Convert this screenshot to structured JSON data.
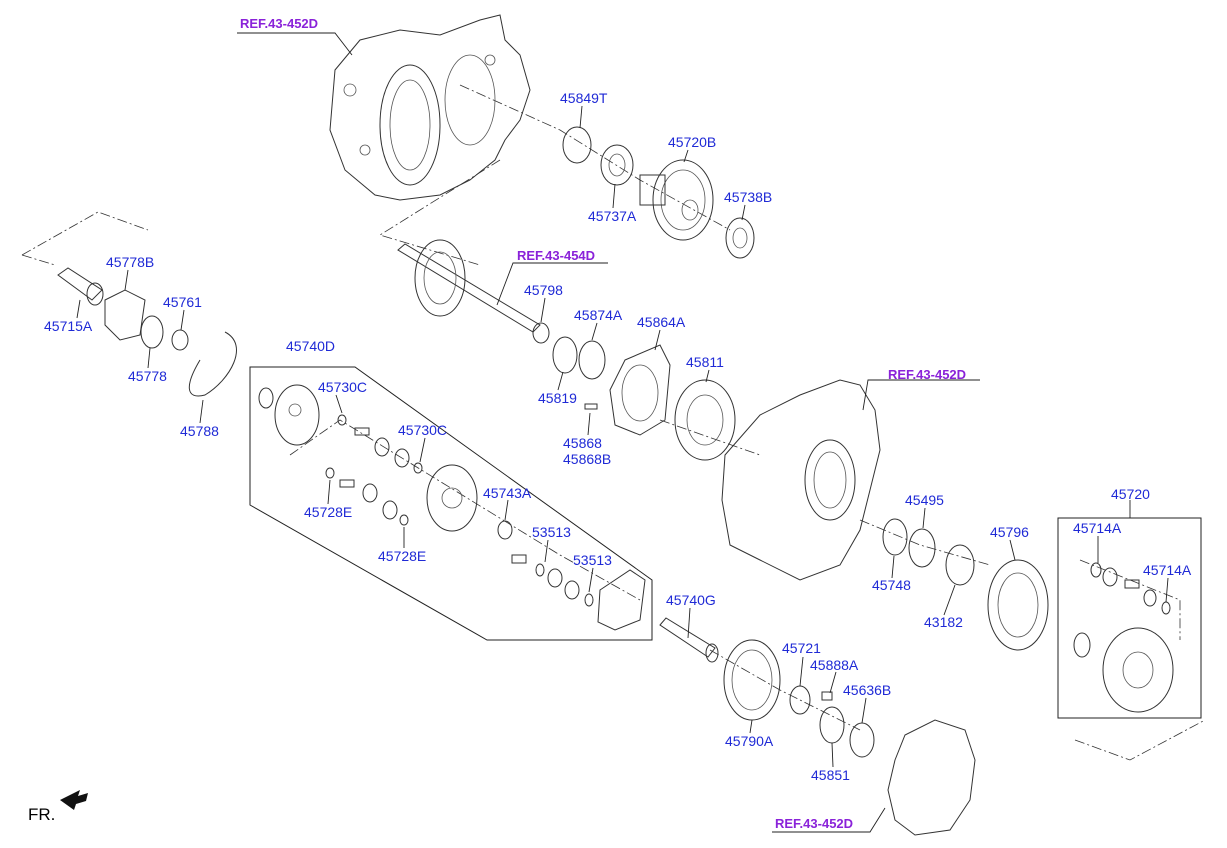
{
  "refs": {
    "ref_top": "REF.43-452D",
    "ref_shaft": "REF.43-454D",
    "ref_right": "REF.43-452D",
    "ref_bottom": "REF.43-452D"
  },
  "parts": {
    "p45849T": "45849T",
    "p45720B": "45720B",
    "p45737A": "45737A",
    "p45738B": "45738B",
    "p45778B": "45778B",
    "p45761": "45761",
    "p45715A": "45715A",
    "p45778": "45778",
    "p45788": "45788",
    "p45798": "45798",
    "p45874A": "45874A",
    "p45864A": "45864A",
    "p45819": "45819",
    "p45811": "45811",
    "p45868": "45868",
    "p45868B": "45868B",
    "p45740D": "45740D",
    "p45730C_1": "45730C",
    "p45730C_2": "45730C",
    "p45743A": "45743A",
    "p45728E_1": "45728E",
    "p45728E_2": "45728E",
    "p53513_1": "53513",
    "p53513_2": "53513",
    "p45495": "45495",
    "p45796": "45796",
    "p45748": "45748",
    "p43182": "43182",
    "p45720": "45720",
    "p45714A_1": "45714A",
    "p45714A_2": "45714A",
    "p45740G": "45740G",
    "p45721": "45721",
    "p45888A": "45888A",
    "p45636B": "45636B",
    "p45790A": "45790A",
    "p45851": "45851"
  },
  "front_label": "FR."
}
